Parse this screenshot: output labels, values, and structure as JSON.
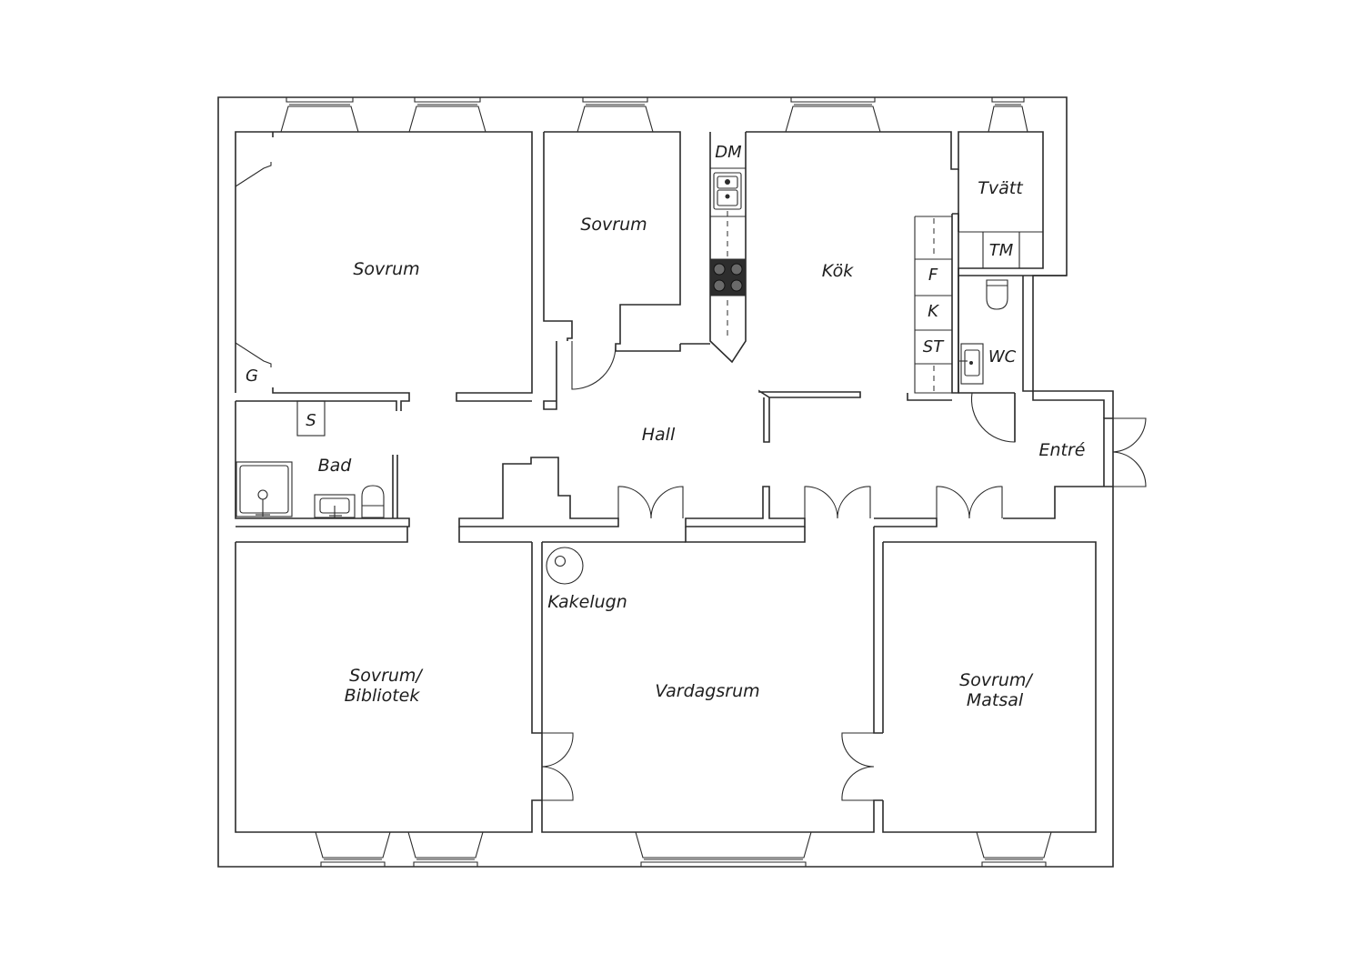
{
  "colors": {
    "line": "#2b2b2b",
    "background": "#ffffff",
    "hob": "#2d2d2d"
  },
  "rooms": {
    "sovrum_nw": "Sovrum",
    "sovrum_mid": "Sovrum",
    "kok": "Kök",
    "tvatt": "Tvätt",
    "tm": "TM",
    "dm": "DM",
    "f": "F",
    "k": "K",
    "st": "ST",
    "wc": "WC",
    "g": "G",
    "s": "S",
    "bad": "Bad",
    "hall": "Hall",
    "entre": "Entré",
    "kakelugn": "Kakelugn",
    "bibliotek_line1": "Sovrum/",
    "bibliotek_line2": "Bibliotek",
    "vardagsrum": "Vardagsrum",
    "matsal_line1": "Sovrum/",
    "matsal_line2": "Matsal"
  },
  "icons": [
    "window-icon",
    "door-swing-icon",
    "sink-icon",
    "hob-icon",
    "toilet-icon",
    "shower-icon",
    "tiled-stove-icon"
  ]
}
